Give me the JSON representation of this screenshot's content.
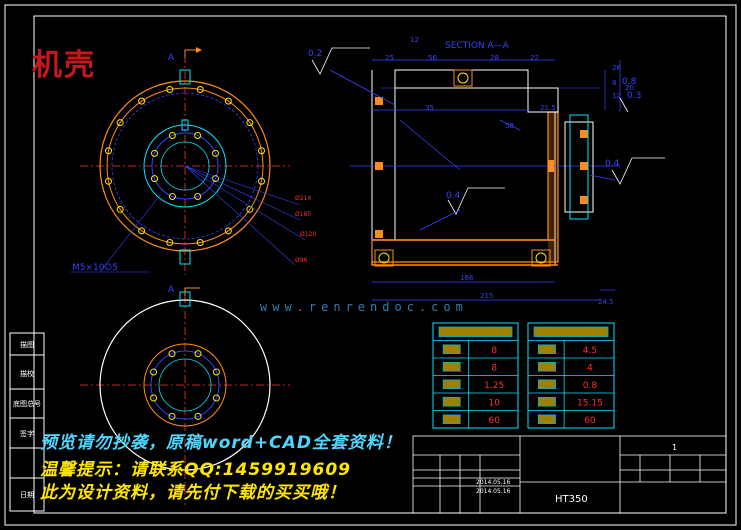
{
  "logo_text": "机壳",
  "section_label": "SECTION  A—A",
  "view_arrow_label": "A",
  "thread_label": "M5×10∅5",
  "roughness": [
    "0.2",
    "0.4",
    "0.8",
    "0.4",
    "0.3"
  ],
  "dimensions": {
    "top": [
      "12",
      "25",
      "56",
      "28",
      "22"
    ],
    "mid": [
      "35",
      "58",
      "21.5"
    ],
    "right": [
      "26",
      "8",
      "12",
      "20"
    ],
    "bottom": [
      "168",
      "215",
      "24.5"
    ]
  },
  "watermark_site": "www.renrendoc.com",
  "table1": {
    "rows": [
      [
        "8"
      ],
      [
        "8"
      ],
      [
        "1.25"
      ],
      [
        "10"
      ],
      [
        "60"
      ]
    ]
  },
  "table2": {
    "rows": [
      [
        "4.5"
      ],
      [
        "4"
      ],
      [
        "0.8"
      ],
      [
        "15.15"
      ],
      [
        "60"
      ]
    ]
  },
  "left_column": [
    "描图",
    "描校",
    "底图总号",
    "签字",
    "日期"
  ],
  "title_block": {
    "material": "HT350",
    "dates": [
      "2014.05.16",
      "2014.05.16"
    ],
    "sheet_no": "1"
  },
  "watermarks": [
    "预览请勿抄袭，原稿word+CAD全套资料！",
    "温馨提示：请联系QQ:1459919609",
    "此为设计资料，请先付下载的买买哦！"
  ],
  "colors": {
    "frame": "#ffffff",
    "blue": "#3344ff",
    "cyan": "#00e5ff",
    "orange": "#ff8c1a",
    "yellow": "#ffe600",
    "red": "#ff3030"
  }
}
